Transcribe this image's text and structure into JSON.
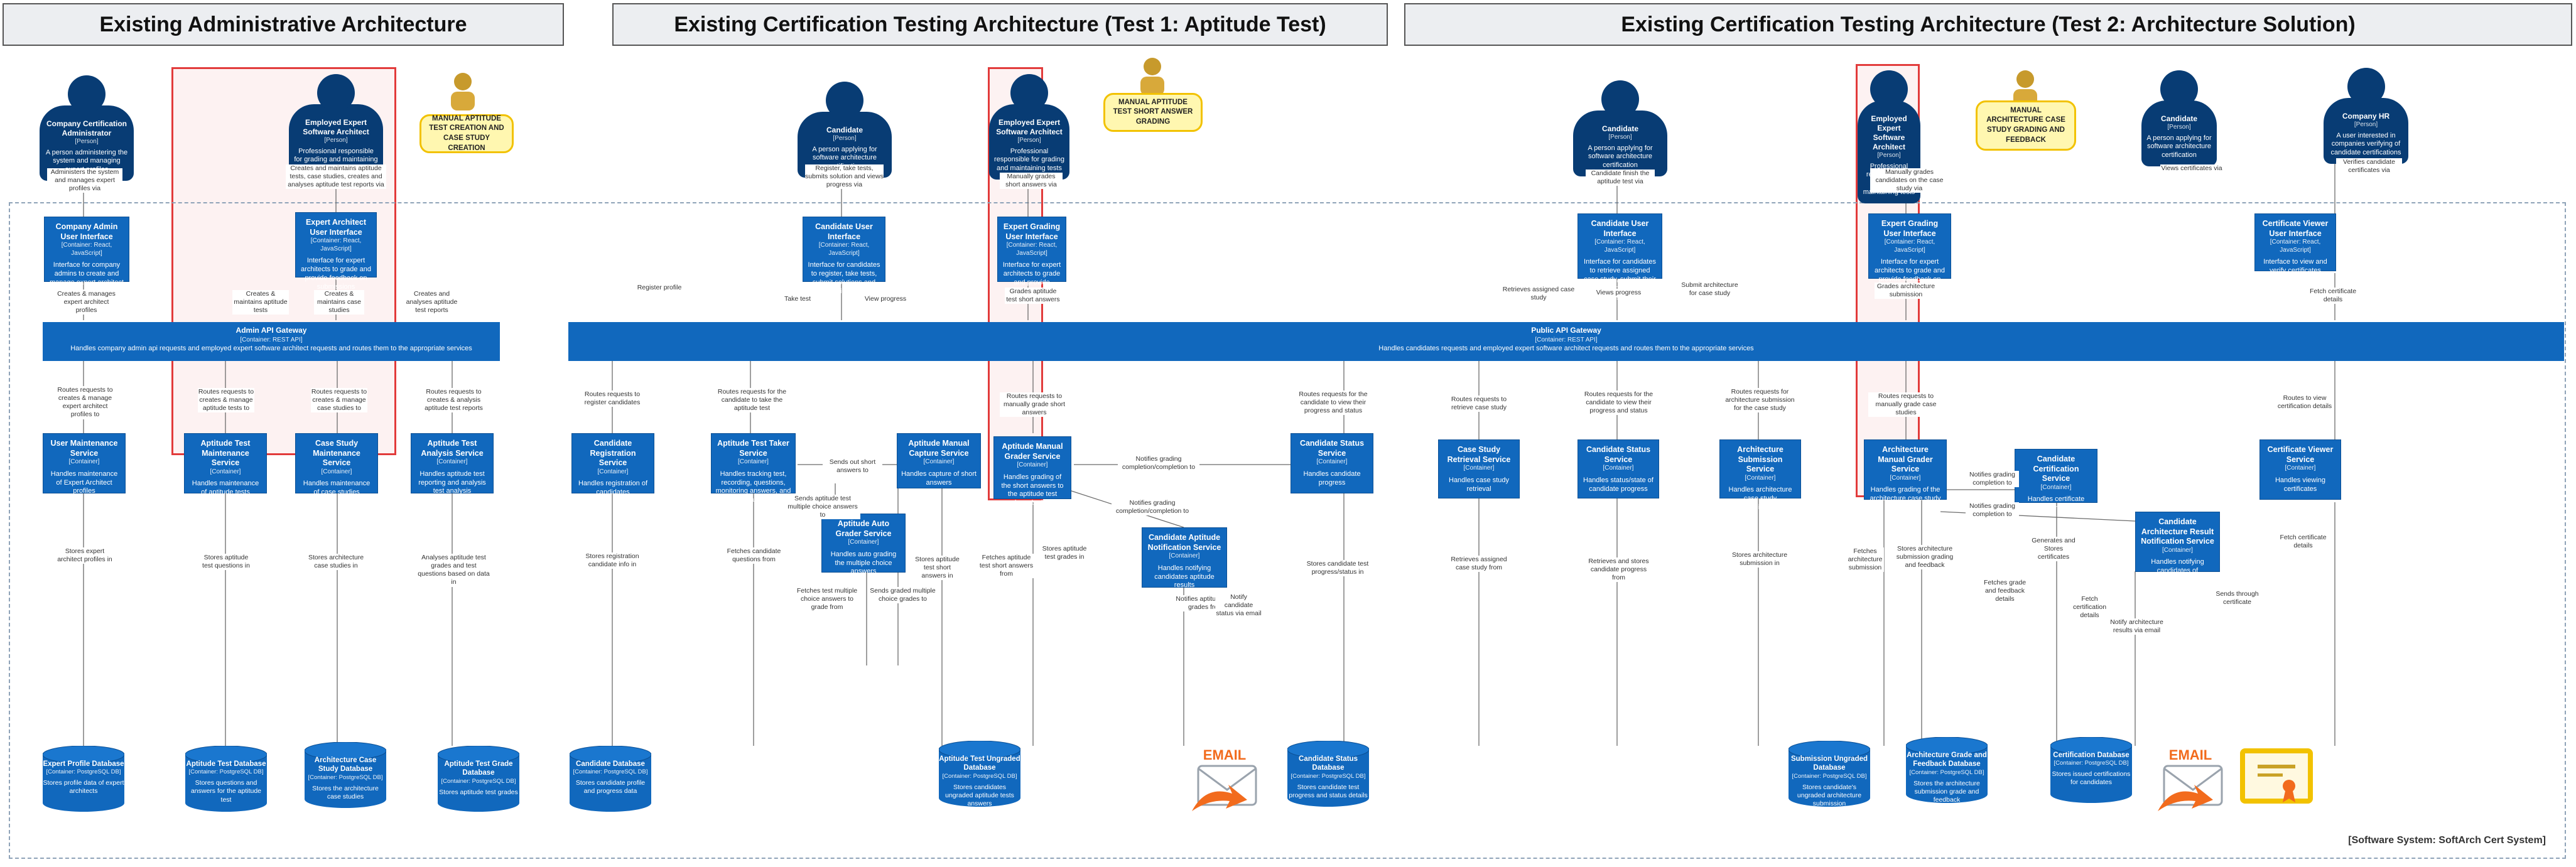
{
  "titles": {
    "admin": "Existing Administrative Architecture",
    "test1": "Existing Certification Testing Architecture (Test 1: Aptitude Test)",
    "test2": "Existing Certification Testing Architecture (Test 2: Architecture Solution)"
  },
  "system_label": "[Software System: SoftArch Cert System]",
  "people": {
    "admin": {
      "name": "Company Certification Administrator",
      "type": "[Person]",
      "desc": "A person administering the system and managing expert profiles"
    },
    "expert_admin": {
      "name": "Employed Expert Software Architect",
      "type": "[Person]",
      "desc": "Professional responsible for grading and maintaining tests"
    },
    "candidate1": {
      "name": "Candidate",
      "type": "[Person]",
      "desc": "A person applying for software architecture certification"
    },
    "expert1": {
      "name": "Employed Expert Software Architect",
      "type": "[Person]",
      "desc": "Professional responsible for grading and maintaining tests"
    },
    "candidate2": {
      "name": "Candidate",
      "type": "[Person]",
      "desc": "A person applying for software architecture certification"
    },
    "expert2": {
      "name": "Employed Expert Software Architect",
      "type": "[Person]",
      "desc": "Professional responsible for grading and maintaining tests"
    },
    "candidate3": {
      "name": "Candidate",
      "type": "[Person]",
      "desc": "A person applying for software architecture certification"
    },
    "hr": {
      "name": "Company HR",
      "type": "[Person]",
      "desc": "A user interested in companies verifying of candidate certifications"
    }
  },
  "notes": {
    "n1": "MANUAL APTITUDE TEST CREATION AND CASE STUDY CREATION",
    "n2": "MANUAL APTITUDE TEST SHORT ANSWER GRADING",
    "n3": "MANUAL ARCHITECTURE CASE STUDY GRADING AND FEEDBACK"
  },
  "containers": {
    "admin_ui": {
      "name": "Company Admin User Interface",
      "type": "[Container: React, JavaScript]",
      "desc": "Interface for company admins to create and manage expert architect profiles"
    },
    "expert_ui_admin": {
      "name": "Expert Architect User Interface",
      "type": "[Container: React, JavaScript]",
      "desc": "Interface for expert architects to grade and provide feedback on submissions"
    },
    "cand_ui1": {
      "name": "Candidate User Interface",
      "type": "[Container: React, JavaScript]",
      "desc": "Interface for candidates to register, take tests, submit solutions and view their progress"
    },
    "grading_ui1": {
      "name": "Expert Grading User Interface",
      "type": "[Container: React, JavaScript]",
      "desc": "Interface for expert architects to grade and provide feedback on submissions"
    },
    "cand_ui2": {
      "name": "Candidate User Interface",
      "type": "[Container: React, JavaScript]",
      "desc": "Interface for candidates to retrieve assigned case study, submit their solution and view their progress"
    },
    "grading_ui2": {
      "name": "Expert Grading User Interface",
      "type": "[Container: React, JavaScript]",
      "desc": "Interface for expert architects to grade and provide feedback on submissions"
    },
    "cert_viewer_ui": {
      "name": "Certificate Viewer User Interface",
      "type": "[Container: React, JavaScript]",
      "desc": "Interface to view and verify certificates"
    },
    "user_maint": {
      "name": "User Maintenance Service",
      "type": "[Container]",
      "desc": "Handles maintenance of Expert Architect profiles"
    },
    "apt_maint": {
      "name": "Aptitude Test Maintenance Service",
      "type": "[Container]",
      "desc": "Handles maintenance of aptitude tests"
    },
    "case_maint": {
      "name": "Case Study Maintenance Service",
      "type": "[Container]",
      "desc": "Handles maintenance of case studies"
    },
    "apt_analysis": {
      "name": "Aptitude Test Analysis Service",
      "type": "[Container]",
      "desc": "Handles aptitude test reporting and analysis test analysis"
    },
    "cand_reg": {
      "name": "Candidate Registration Service",
      "type": "[Container]",
      "desc": "Handles registration of candidates"
    },
    "apt_taker": {
      "name": "Aptitude Test Taker Service",
      "type": "[Container]",
      "desc": "Handles tracking test, recording, questions, monitoring answers, and timing attempts"
    },
    "apt_capture": {
      "name": "Aptitude Manual Capture Service",
      "type": "[Container]",
      "desc": "Handles capture of short answers"
    },
    "apt_auto": {
      "name": "Aptitude Auto Grader Service",
      "type": "[Container]",
      "desc": "Handles auto grading the multiple choice answers"
    },
    "apt_manual": {
      "name": "Aptitude Manual Grader Service",
      "type": "[Container]",
      "desc": "Handles grading of the short answers to the aptitude test grader submissions"
    },
    "apt_notify": {
      "name": "Candidate Aptitude Notification Service",
      "type": "[Container]",
      "desc": "Handles notifying candidates aptitude results"
    },
    "cand_status1": {
      "name": "Candidate Status Service",
      "type": "[Container]",
      "desc": "Handles candidate progress"
    },
    "case_retrieval": {
      "name": "Case Study Retrieval Service",
      "type": "[Container]",
      "desc": "Handles case study retrieval"
    },
    "cand_status2": {
      "name": "Candidate Status Service",
      "type": "[Container]",
      "desc": "Handles status/state of candidate progress"
    },
    "arch_submission": {
      "name": "Architecture Submission Service",
      "type": "[Container]",
      "desc": "Handles architecture case study submissions"
    },
    "arch_manual": {
      "name": "Architecture Manual Grader Service",
      "type": "[Container]",
      "desc": "Handles grading of the architecture case study"
    },
    "cand_cert": {
      "name": "Candidate Certification Service",
      "type": "[Container]",
      "desc": "Handles certificate generation"
    },
    "arch_notify": {
      "name": "Candidate Architecture Result Notification Service",
      "type": "[Container]",
      "desc": "Handles notifying candidates of architecture results"
    },
    "cert_viewer": {
      "name": "Certificate Viewer Service",
      "type": "[Container]",
      "desc": "Handles viewing certificates"
    }
  },
  "gateways": {
    "admin": {
      "name": "Admin API Gateway",
      "type": "[Container: REST API]",
      "desc": "Handles company admin api requests and employed expert software architect requests and routes them to the appropriate services"
    },
    "public": {
      "name": "Public API Gateway",
      "type": "[Container: REST API]",
      "desc": "Handles candidates requests and employed expert software architect requests and routes them to the appropriate services"
    }
  },
  "databases": {
    "expert_profile": {
      "name": "Expert Profile Database",
      "type": "[Container: PostgreSQL DB]",
      "desc": "Stores profile data of expert architects"
    },
    "apt_test": {
      "name": "Aptitude Test Database",
      "type": "[Container: PostgreSQL DB]",
      "desc": "Stores questions and answers for the aptitude test"
    },
    "case_study": {
      "name": "Architecture Case Study Database",
      "type": "[Container: PostgreSQL DB]",
      "desc": "Stores the architecture case studies"
    },
    "apt_grade": {
      "name": "Aptitude Test Grade Database",
      "type": "[Container: PostgreSQL DB]",
      "desc": "Stores aptitude test grades"
    },
    "cand_db": {
      "name": "Candidate Database",
      "type": "[Container: PostgreSQL DB]",
      "desc": "Stores candidate profile and progress data"
    },
    "apt_ungraded": {
      "name": "Aptitude Test Ungraded Database",
      "type": "[Container: PostgreSQL DB]",
      "desc": "Stores candidates ungraded aptitude tests answers"
    },
    "cand_status_db": {
      "name": "Candidate Status Database",
      "type": "[Container: PostgreSQL DB]",
      "desc": "Stores candidate test progress and status details"
    },
    "sub_ungraded": {
      "name": "Submission Ungraded Database",
      "type": "[Container: PostgreSQL DB]",
      "desc": "Stores candidate's ungraded architecture submission"
    },
    "arch_grade": {
      "name": "Architecture Grade and Feedback Database",
      "type": "[Container: PostgreSQL DB]",
      "desc": "Stores the architecture submission grade and feedback"
    },
    "cert_db": {
      "name": "Certification Database",
      "type": "[Container: PostgreSQL DB]",
      "desc": "Stores issued certifications for candidates"
    }
  },
  "email_label": "EMAIL",
  "labels": {
    "l_admin_ui": "Administers the system and manages expert profiles via",
    "l_expert_admin": "Creates and maintains aptitude tests, case studies, creates and analyses aptitude test reports via",
    "l_admin_ui_gw": "Creates & manages expert architect profiles",
    "l_exp_gw1": "Creates & maintains aptitude tests",
    "l_exp_gw2": "Creates & maintains case studies",
    "l_exp_gw3": "Creates and analyses aptitude test reports",
    "l_gw_um": "Routes requests to creates & manage expert architect profiles to",
    "l_gw_apt": "Routes requests to creates & manage aptitude tests to",
    "l_gw_case": "Routes requests to creates & manage case studies to",
    "l_gw_ana": "Routes requests to creates & analysis aptitude test reports",
    "l_um_db": "Stores expert architect profiles in",
    "l_apt_db": "Stores aptitude test questions in",
    "l_case_db": "Stores architecture case studies in",
    "l_ana_db": "Analyses aptitude test grades and test questions based on data in",
    "l_cand1": "Register, take tests, submits solution and views progress via",
    "l_exp1": "Manually grades short answers via",
    "l_reg_prof": "Register profile",
    "l_take_test": "Take test",
    "l_view_prog": "View progress",
    "l_grade_short": "Grades aptitude test short answers",
    "l_gw_reg": "Routes requests to register candidates",
    "l_gw_take": "Routes requests for the candidate to take the aptitude test",
    "l_gw_grade": "Routes requests to manually grade short answers",
    "l_gw_status": "Routes requests for the candidate to view their progress and status",
    "l_sends_sa": "Sends out short answers to",
    "l_sends_mc": "Sends aptitude test multiple choice answers to",
    "l_notifies1": "Notifies grading completion/completion to",
    "l_notifies2": "Notifies grading completion/completion to",
    "l_reg_db": "Stores registration candidate info in",
    "l_fetch_q": "Fetches candidate questions from",
    "l_fetch_mc": "Fetches test multiple choice answers to grade from",
    "l_sends_gr": "Sends graded multiple choice grades to",
    "l_store_sa": "Stores aptitude test short answers in",
    "l_fetch_sa": "Fetches aptitude test short answers from",
    "l_store_gr": "Stores aptitude test grades in",
    "l_notif_gr": "Notifies aptitude test grades from",
    "l_status_db": "Stores candidate test progress/status in",
    "l_notify_email": "Notify candidate status via email",
    "l_cand2": "Candidate finish the aptitude test via",
    "l_exp2": "Manually grades candidates on the case study via",
    "l_retrieve": "Retrieves assigned case study",
    "l_view_prog2": "Views progress",
    "l_submit": "Submit architecture for case study",
    "l_grade_arch": "Grades architecture submission",
    "l_gw_retr": "Routes requests to retrieve case study",
    "l_gw_stat2": "Routes requests for the candidate to view their progress and status",
    "l_gw_sub": "Routes requests for architecture submission for the case study",
    "l_gw_man": "Routes requests to manually grade case studies",
    "l_retr_db": "Retrieves assigned case study from",
    "l_stat2_db": "Retrieves and stores candidate progress from",
    "l_sub_db": "Stores architecture submission in",
    "l_fetch_sub": "Fetches architecture submission",
    "l_store_fb": "Stores architecture submission grading and feedback",
    "l_notif_arch": "Notifies grading completion to",
    "l_notif_cert": "Notifies grading completion to",
    "l_gen_cert": "Generates and Stores certificates",
    "l_fetch_fb": "Fetches grade and feedback details",
    "l_fetch_cert": "Fetch certification details",
    "l_notify_res": "Notify architecture results via email",
    "l_send_cert": "Sends through certificate",
    "l_cand3": "Views certificates via",
    "l_hr": "Verifies candidate certificates via",
    "l_fetch_certs": "Fetch certificate details",
    "l_gw_cert": "Routes to view certification details",
    "l_cv_db": "Fetch certificate details"
  }
}
